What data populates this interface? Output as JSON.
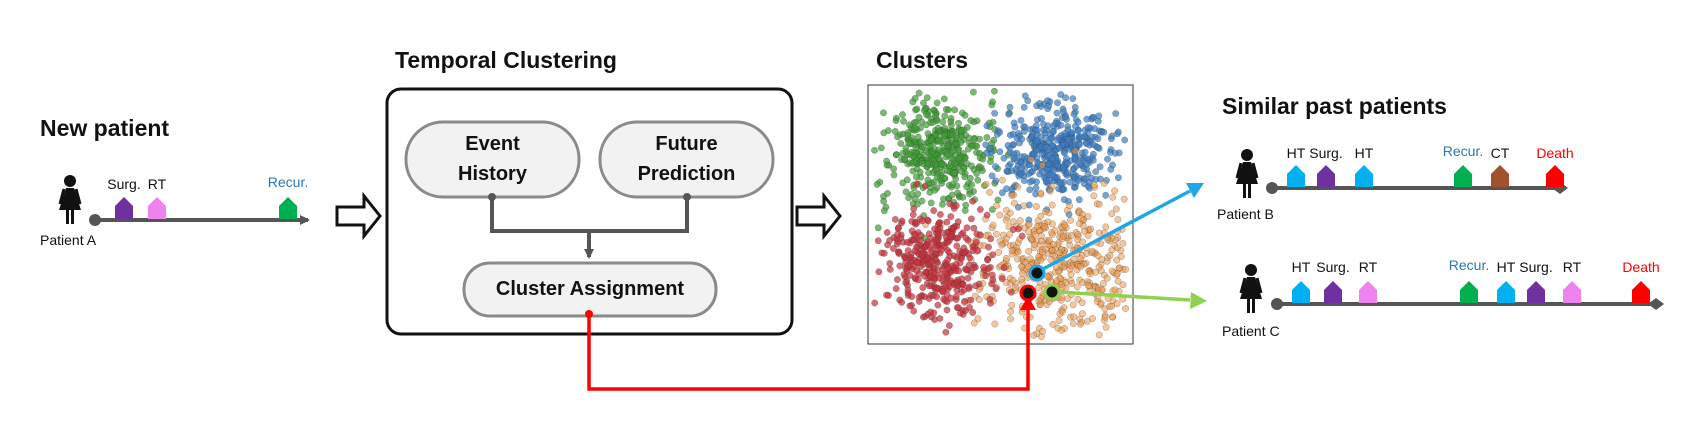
{
  "headings": {
    "new_patient": "New patient",
    "temporal_clustering": "Temporal Clustering",
    "clusters": "Clusters",
    "similar_past_patients": "Similar past patients"
  },
  "boxes": {
    "event_history": [
      "Event",
      "History"
    ],
    "future_prediction": [
      "Future",
      "Prediction"
    ],
    "cluster_assignment": "Cluster Assignment"
  },
  "patients": {
    "a": {
      "name": "Patient A",
      "labels": [
        "Surg.",
        "RT",
        "Recur."
      ]
    },
    "b": {
      "name": "Patient B",
      "labels": [
        "HT",
        "Surg.",
        "HT",
        "Recur.",
        "CT",
        "Death"
      ]
    },
    "c": {
      "name": "Patient C",
      "labels": [
        "HT",
        "Surg.",
        "RT",
        "Recur.",
        "HT",
        "Surg.",
        "RT",
        "Death"
      ]
    }
  },
  "colors": {
    "surg": "#7030a0",
    "rt": "#ee82ee",
    "recur": "#00b050",
    "recur_label": "#2e75b6",
    "ht": "#00b0f0",
    "ct": "#a0522d",
    "death": "#ff0000",
    "cluster_green": "#3f9c35",
    "cluster_blue": "#3b7dc4",
    "cluster_red": "#c8303a",
    "cluster_orange": "#ec9848",
    "arrow_red": "#ff0000",
    "arrow_blue": "#1ea6e6",
    "arrow_green": "#92d050"
  },
  "icons": [
    "person-icon",
    "event-marker-icon",
    "hollow-arrow-icon"
  ]
}
